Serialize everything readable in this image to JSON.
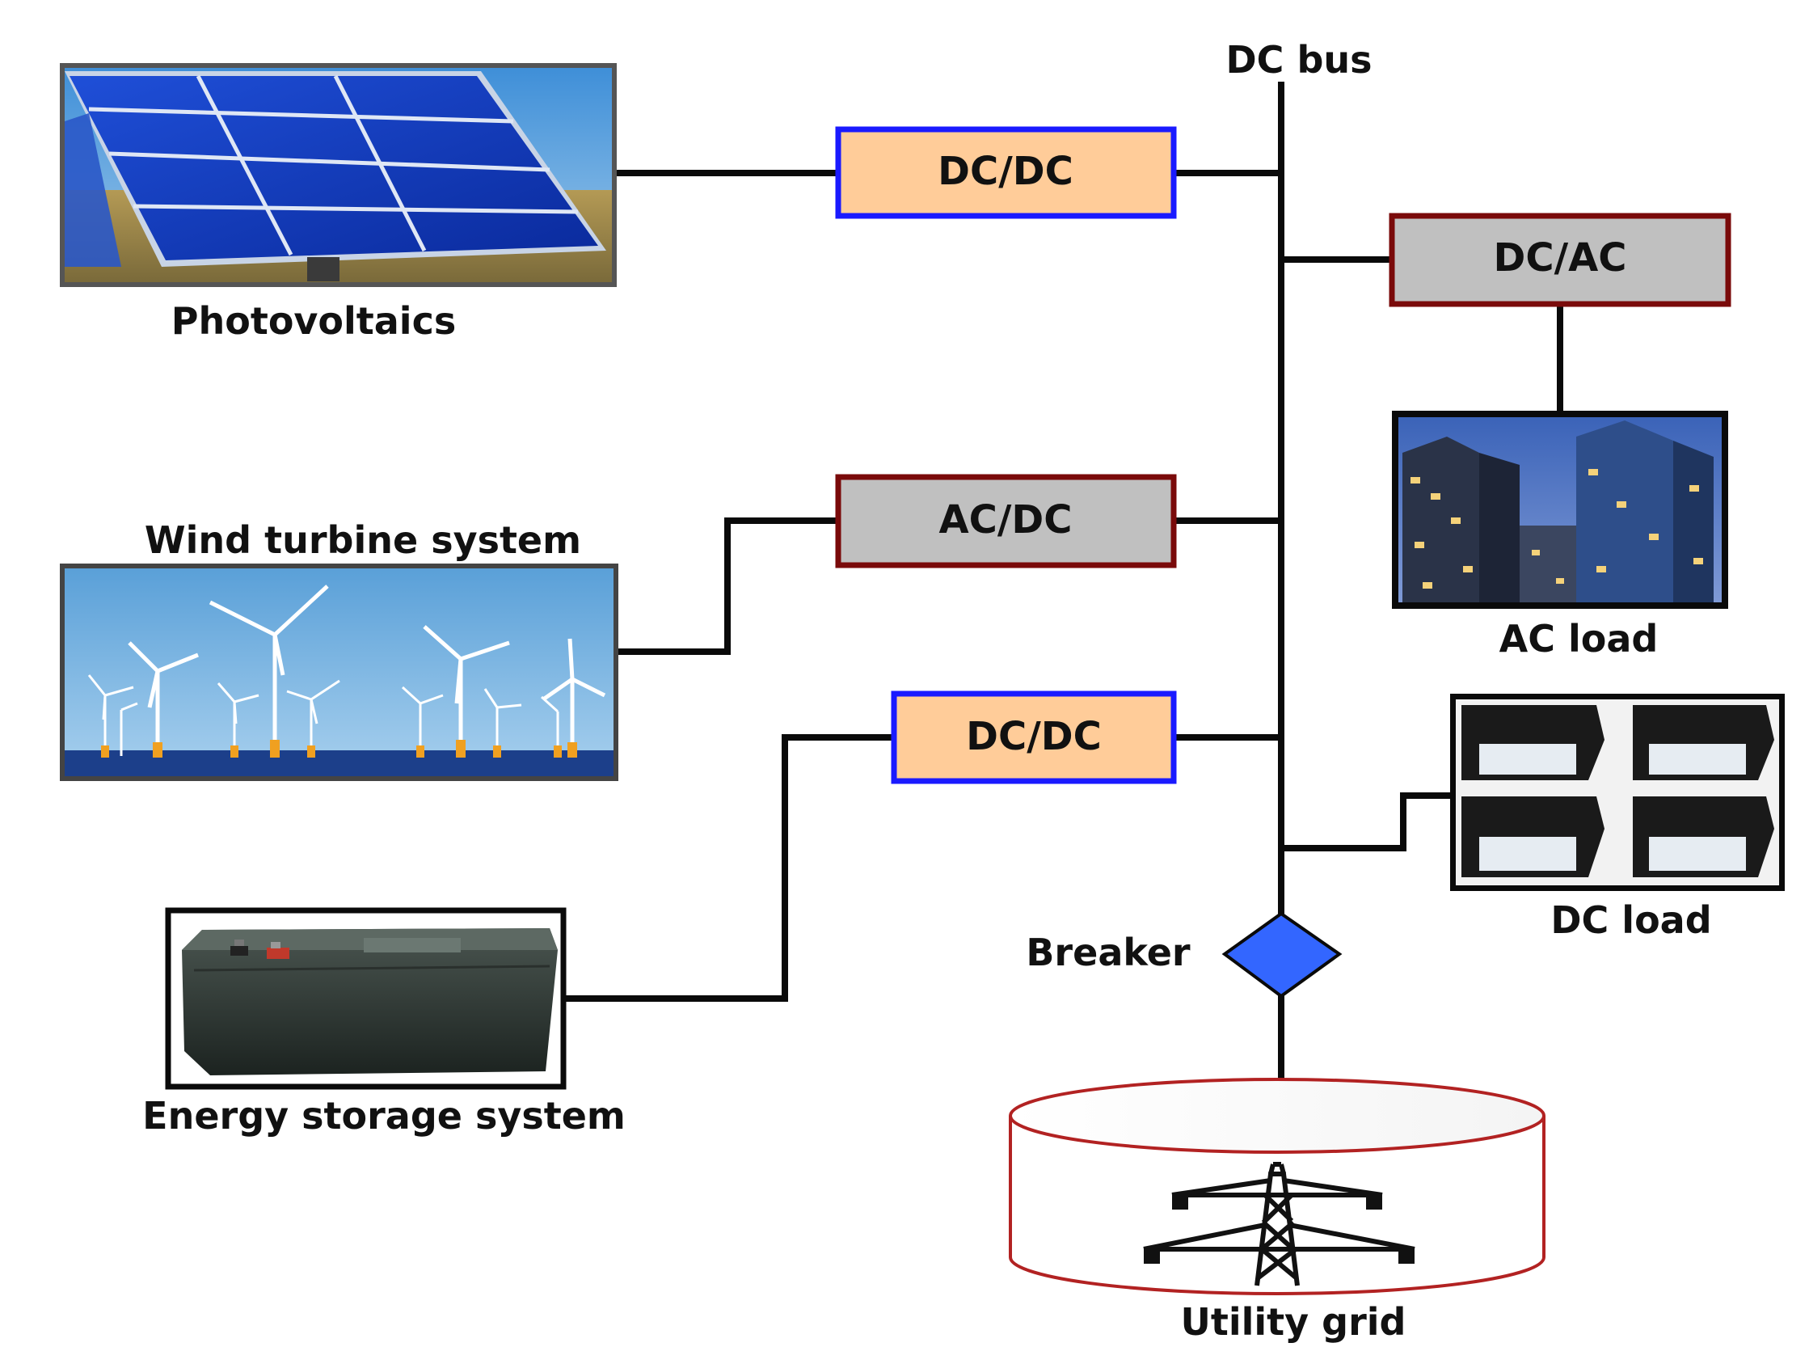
{
  "title": "DC bus",
  "sources": {
    "pv": {
      "label": "Photovoltaics"
    },
    "wind": {
      "label": "Wind turbine system"
    },
    "storage": {
      "label": "Energy storage system"
    }
  },
  "converters": {
    "pv_converter": {
      "label": "DC/DC"
    },
    "wind_converter": {
      "label": "AC/DC"
    },
    "storage_converter": {
      "label": "DC/DC"
    },
    "ac_converter": {
      "label": "DC/AC"
    }
  },
  "loads": {
    "ac_load": {
      "label": "AC load"
    },
    "dc_load": {
      "label": "DC load"
    }
  },
  "breaker": {
    "label": "Breaker"
  },
  "grid": {
    "label": "Utility grid"
  },
  "colors": {
    "dcdc_fill": "#FFCC99",
    "dcdc_border": "#1A1AFF",
    "acdc_fill": "#C0C0C0",
    "acdc_border": "#7A0A0A",
    "breaker_fill": "#3366FF",
    "grid_border": "#B22222"
  }
}
